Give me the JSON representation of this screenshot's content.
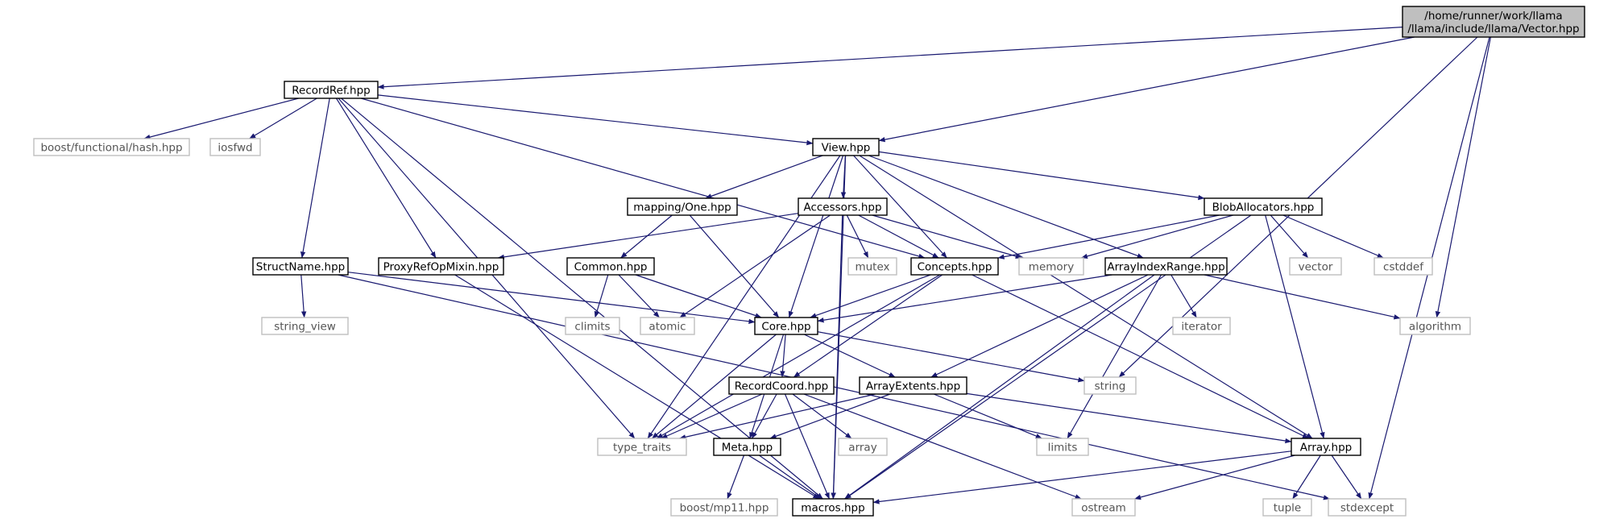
{
  "diagram": {
    "edge_color": "#191970",
    "nodes": [
      {
        "id": "vector",
        "lines": [
          "/home/runner/work/llama",
          "/llama/include/llama/Vector.hpp"
        ],
        "kind": "root"
      },
      {
        "id": "recordref",
        "lines": [
          "RecordRef.hpp"
        ],
        "kind": "local"
      },
      {
        "id": "view",
        "lines": [
          "View.hpp"
        ],
        "kind": "local"
      },
      {
        "id": "boosthash",
        "lines": [
          "boost/functional/hash.hpp"
        ],
        "kind": "external"
      },
      {
        "id": "iosfwd",
        "lines": [
          "iosfwd"
        ],
        "kind": "external"
      },
      {
        "id": "mappingone",
        "lines": [
          "mapping/One.hpp"
        ],
        "kind": "local"
      },
      {
        "id": "accessors",
        "lines": [
          "Accessors.hpp"
        ],
        "kind": "local"
      },
      {
        "id": "bloballoc",
        "lines": [
          "BlobAllocators.hpp"
        ],
        "kind": "local"
      },
      {
        "id": "structname",
        "lines": [
          "StructName.hpp"
        ],
        "kind": "local"
      },
      {
        "id": "proxyref",
        "lines": [
          "ProxyRefOpMixin.hpp"
        ],
        "kind": "local"
      },
      {
        "id": "common",
        "lines": [
          "Common.hpp"
        ],
        "kind": "local"
      },
      {
        "id": "mutex",
        "lines": [
          "mutex"
        ],
        "kind": "external"
      },
      {
        "id": "concepts",
        "lines": [
          "Concepts.hpp"
        ],
        "kind": "local"
      },
      {
        "id": "memory",
        "lines": [
          "memory"
        ],
        "kind": "external"
      },
      {
        "id": "arrayindexrange",
        "lines": [
          "ArrayIndexRange.hpp"
        ],
        "kind": "local"
      },
      {
        "id": "vectorstd",
        "lines": [
          "vector"
        ],
        "kind": "external"
      },
      {
        "id": "cstddef",
        "lines": [
          "cstddef"
        ],
        "kind": "external"
      },
      {
        "id": "stringview",
        "lines": [
          "string_view"
        ],
        "kind": "external"
      },
      {
        "id": "climits",
        "lines": [
          "climits"
        ],
        "kind": "external"
      },
      {
        "id": "atomic",
        "lines": [
          "atomic"
        ],
        "kind": "external"
      },
      {
        "id": "core",
        "lines": [
          "Core.hpp"
        ],
        "kind": "local"
      },
      {
        "id": "iterator",
        "lines": [
          "iterator"
        ],
        "kind": "external"
      },
      {
        "id": "algorithm",
        "lines": [
          "algorithm"
        ],
        "kind": "external"
      },
      {
        "id": "string",
        "lines": [
          "string"
        ],
        "kind": "external"
      },
      {
        "id": "recordcoord",
        "lines": [
          "RecordCoord.hpp"
        ],
        "kind": "local"
      },
      {
        "id": "arrayextents",
        "lines": [
          "ArrayExtents.hpp"
        ],
        "kind": "local"
      },
      {
        "id": "typetraits",
        "lines": [
          "type_traits"
        ],
        "kind": "external"
      },
      {
        "id": "meta",
        "lines": [
          "Meta.hpp"
        ],
        "kind": "local"
      },
      {
        "id": "array",
        "lines": [
          "array"
        ],
        "kind": "external"
      },
      {
        "id": "limits",
        "lines": [
          "limits"
        ],
        "kind": "external"
      },
      {
        "id": "arrayhpp",
        "lines": [
          "Array.hpp"
        ],
        "kind": "local"
      },
      {
        "id": "boostmp11",
        "lines": [
          "boost/mp11.hpp"
        ],
        "kind": "external"
      },
      {
        "id": "macros",
        "lines": [
          "macros.hpp"
        ],
        "kind": "local"
      },
      {
        "id": "ostream",
        "lines": [
          "ostream"
        ],
        "kind": "external"
      },
      {
        "id": "tuple",
        "lines": [
          "tuple"
        ],
        "kind": "external"
      },
      {
        "id": "stdexcept",
        "lines": [
          "stdexcept"
        ],
        "kind": "external"
      }
    ],
    "edges": [
      [
        "vector",
        "recordref"
      ],
      [
        "vector",
        "view"
      ],
      [
        "vector",
        "algorithm"
      ],
      [
        "vector",
        "string"
      ],
      [
        "vector",
        "stdexcept"
      ],
      [
        "recordref",
        "boosthash"
      ],
      [
        "recordref",
        "iosfwd"
      ],
      [
        "recordref",
        "view"
      ],
      [
        "recordref",
        "structname"
      ],
      [
        "recordref",
        "proxyref"
      ],
      [
        "recordref",
        "concepts"
      ],
      [
        "recordref",
        "typetraits"
      ],
      [
        "recordref",
        "macros"
      ],
      [
        "view",
        "mappingone"
      ],
      [
        "view",
        "accessors"
      ],
      [
        "view",
        "bloballoc"
      ],
      [
        "view",
        "concepts"
      ],
      [
        "view",
        "arrayindexrange"
      ],
      [
        "view",
        "core"
      ],
      [
        "view",
        "typetraits"
      ],
      [
        "view",
        "arrayhpp"
      ],
      [
        "view",
        "macros"
      ],
      [
        "mappingone",
        "common"
      ],
      [
        "mappingone",
        "core"
      ],
      [
        "accessors",
        "proxyref"
      ],
      [
        "accessors",
        "mutex"
      ],
      [
        "accessors",
        "concepts"
      ],
      [
        "accessors",
        "memory"
      ],
      [
        "accessors",
        "atomic"
      ],
      [
        "accessors",
        "macros"
      ],
      [
        "bloballoc",
        "memory"
      ],
      [
        "bloballoc",
        "vectorstd"
      ],
      [
        "bloballoc",
        "cstddef"
      ],
      [
        "bloballoc",
        "concepts"
      ],
      [
        "bloballoc",
        "arrayhpp"
      ],
      [
        "bloballoc",
        "macros"
      ],
      [
        "structname",
        "stringview"
      ],
      [
        "structname",
        "core"
      ],
      [
        "structname",
        "stdexcept"
      ],
      [
        "proxyref",
        "macros"
      ],
      [
        "common",
        "climits"
      ],
      [
        "common",
        "atomic"
      ],
      [
        "common",
        "core"
      ],
      [
        "concepts",
        "core"
      ],
      [
        "concepts",
        "recordcoord"
      ],
      [
        "concepts",
        "arrayhpp"
      ],
      [
        "concepts",
        "typetraits"
      ],
      [
        "arrayindexrange",
        "core"
      ],
      [
        "arrayindexrange",
        "iterator"
      ],
      [
        "arrayindexrange",
        "algorithm"
      ],
      [
        "arrayindexrange",
        "arrayextents"
      ],
      [
        "arrayindexrange",
        "limits"
      ],
      [
        "arrayindexrange",
        "macros"
      ],
      [
        "core",
        "recordcoord"
      ],
      [
        "core",
        "arrayextents"
      ],
      [
        "core",
        "meta"
      ],
      [
        "core",
        "string"
      ],
      [
        "core",
        "typetraits"
      ],
      [
        "recordcoord",
        "typetraits"
      ],
      [
        "recordcoord",
        "meta"
      ],
      [
        "recordcoord",
        "array"
      ],
      [
        "recordcoord",
        "macros"
      ],
      [
        "recordcoord",
        "ostream"
      ],
      [
        "arrayextents",
        "typetraits"
      ],
      [
        "arrayextents",
        "meta"
      ],
      [
        "arrayextents",
        "limits"
      ],
      [
        "arrayextents",
        "arrayhpp"
      ],
      [
        "meta",
        "boostmp11"
      ],
      [
        "meta",
        "macros"
      ],
      [
        "arrayhpp",
        "macros"
      ],
      [
        "arrayhpp",
        "ostream"
      ],
      [
        "arrayhpp",
        "tuple"
      ],
      [
        "arrayhpp",
        "stdexcept"
      ]
    ]
  }
}
